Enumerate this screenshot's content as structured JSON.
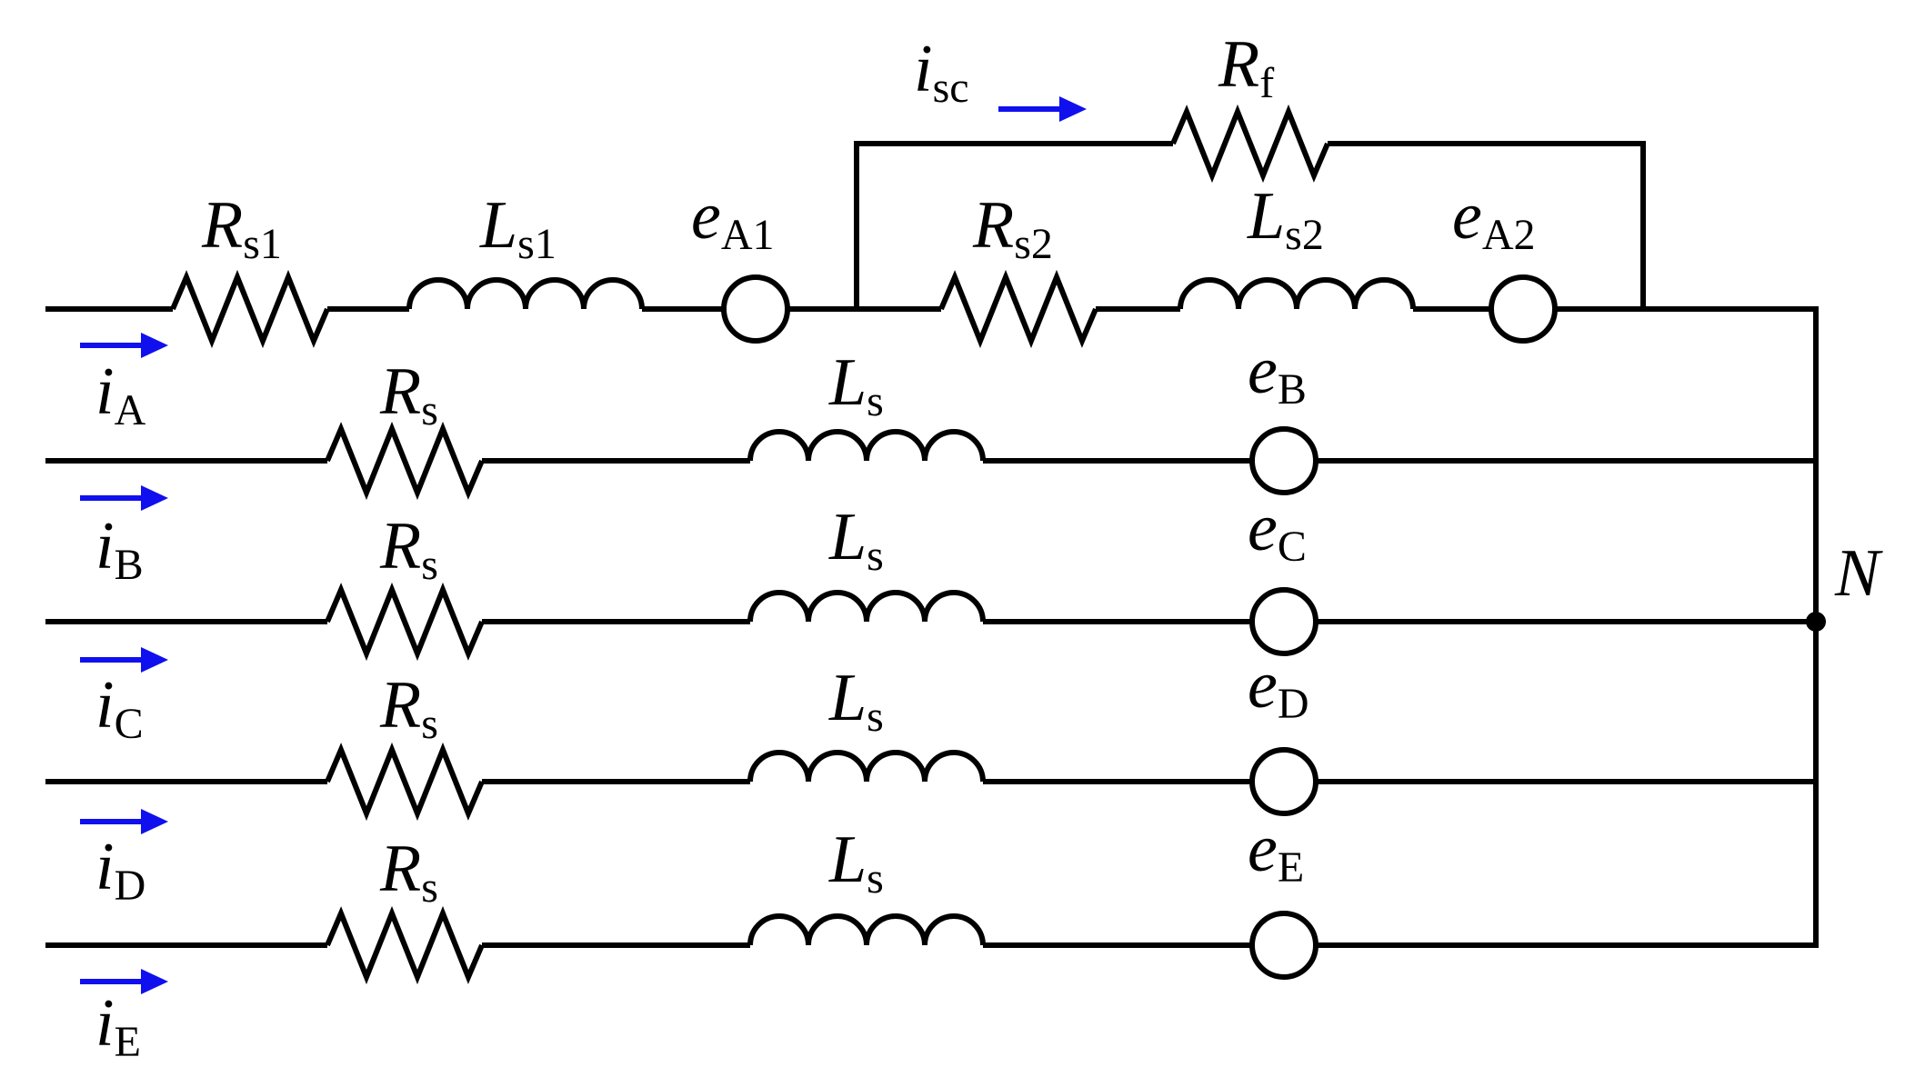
{
  "colors": {
    "wire": "#000000",
    "current_arrow": "#1010ee",
    "background": "#ffffff"
  },
  "labels": {
    "rs1": {
      "main": "R",
      "sub": "s1"
    },
    "ls1": {
      "main": "L",
      "sub": "s1"
    },
    "ea1": {
      "main": "e",
      "sub": "A1"
    },
    "rs2": {
      "main": "R",
      "sub": "s2"
    },
    "ls2": {
      "main": "L",
      "sub": "s2"
    },
    "ea2": {
      "main": "e",
      "sub": "A2"
    },
    "rf": {
      "main": "R",
      "sub": "f"
    },
    "isc": {
      "main": "i",
      "sub": "sc"
    },
    "neutral": "N",
    "phases": [
      {
        "r": {
          "main": "R",
          "sub": "s"
        },
        "l": {
          "main": "L",
          "sub": "s"
        },
        "e": {
          "main": "e",
          "sub": "B"
        }
      },
      {
        "r": {
          "main": "R",
          "sub": "s"
        },
        "l": {
          "main": "L",
          "sub": "s"
        },
        "e": {
          "main": "e",
          "sub": "C"
        }
      },
      {
        "r": {
          "main": "R",
          "sub": "s"
        },
        "l": {
          "main": "L",
          "sub": "s"
        },
        "e": {
          "main": "e",
          "sub": "D"
        }
      },
      {
        "r": {
          "main": "R",
          "sub": "s"
        },
        "l": {
          "main": "L",
          "sub": "s"
        },
        "e": {
          "main": "e",
          "sub": "E"
        }
      }
    ],
    "currents": [
      {
        "main": "i",
        "sub": "A"
      },
      {
        "main": "i",
        "sub": "B"
      },
      {
        "main": "i",
        "sub": "C"
      },
      {
        "main": "i",
        "sub": "D"
      },
      {
        "main": "i",
        "sub": "E"
      }
    ]
  }
}
